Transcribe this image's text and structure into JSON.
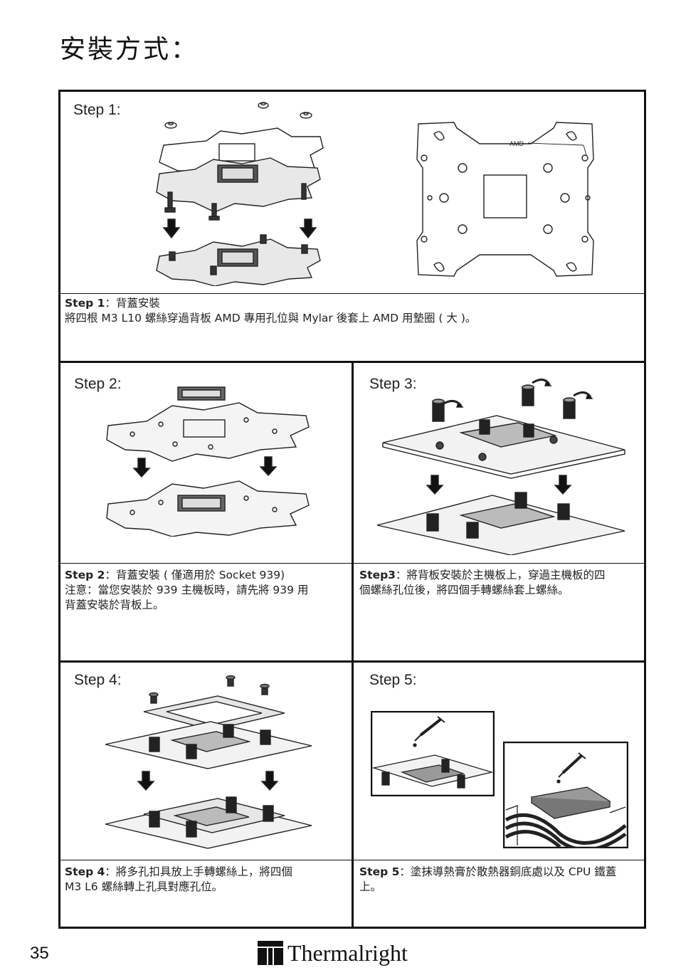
{
  "page": {
    "title": "安裝方式：",
    "page_number": "35",
    "brand": "Thermalright"
  },
  "steps": {
    "step1": {
      "title": "Step 1:",
      "caption_label": "Step 1",
      "caption_sep": "：",
      "caption_line1": "背蓋安裝",
      "caption_line2": "將四根 M3 L10 螺絲穿過背板 AMD 專用孔位與 Mylar 後套上 AMD 用墊圈 ( 大 )。",
      "diagram_label": "AMD"
    },
    "step2": {
      "title": "Step 2:",
      "caption_label": "Step 2",
      "caption_sep": "：",
      "caption_line1": "背蓋安裝 ( 僅適用於 Socket 939)",
      "caption_line2": "注意：當您安裝於 939 主機板時，請先將 939 用",
      "caption_line3": "背蓋安裝於背板上。"
    },
    "step3": {
      "title": "Step 3:",
      "caption_label": "Step3",
      "caption_sep": "：",
      "caption_line1": "將背板安裝於主機板上，穿過主機板的四",
      "caption_line2": "個螺絲孔位後，將四個手轉螺絲套上螺絲。"
    },
    "step4": {
      "title": "Step 4:",
      "caption_label": "Step 4",
      "caption_sep": "：",
      "caption_line1": "將多孔扣具放上手轉螺絲上，將四個",
      "caption_line2": "M3 L6 螺絲轉上孔具對應孔位。"
    },
    "step5": {
      "title": "Step 5:",
      "caption_label": "Step 5",
      "caption_sep": "：",
      "caption_line1": "塗抹導熱膏於散熱器銅底處以及 CPU 鐵蓋",
      "caption_line2": "上。"
    }
  }
}
